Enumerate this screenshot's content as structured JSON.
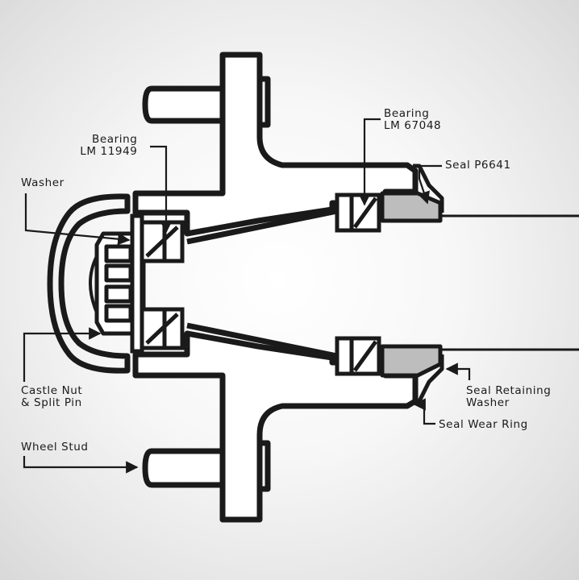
{
  "labels": {
    "bearing_inner": {
      "line1": "Bearing",
      "line2": "LM 11949"
    },
    "bearing_outer": {
      "line1": "Bearing",
      "line2": "LM 67048"
    },
    "washer": "Washer",
    "seal": "Seal P6641",
    "castle_nut": {
      "line1": "Castle Nut",
      "line2": "& Split Pin"
    },
    "seal_retaining_washer": {
      "line1": "Seal Retaining",
      "line2": "Washer"
    },
    "seal_wear_ring": "Seal Wear Ring",
    "wheel_stud": "Wheel Stud"
  },
  "colors": {
    "outline": "#1a1a1a",
    "part_fill": "#ffffff",
    "seal_fill": "#bdbdbd",
    "background": "#efefef"
  }
}
